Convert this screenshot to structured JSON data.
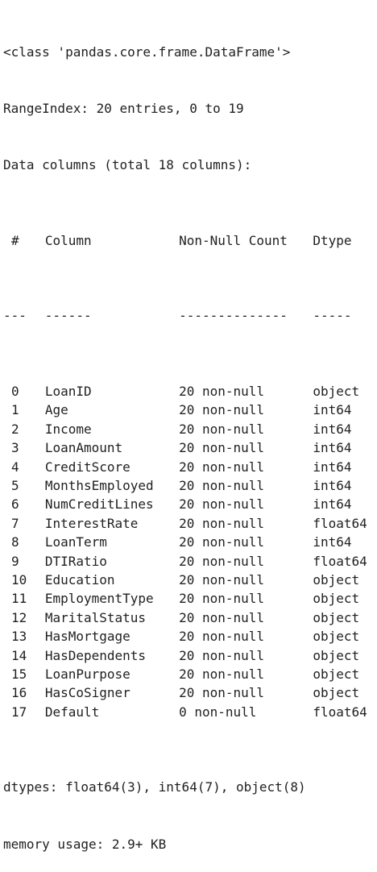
{
  "header": {
    "class_line": "<class 'pandas.core.frame.DataFrame'>",
    "range_index": "RangeIndex: 20 entries, 0 to 19",
    "data_columns": "Data columns (total 18 columns):"
  },
  "table_header": {
    "num": "#",
    "column": "Column",
    "count": "Non-Null Count",
    "dtype": "Dtype"
  },
  "separator": {
    "num": "---",
    "column": "------",
    "count": "--------------",
    "dtype": "-----"
  },
  "rows": [
    {
      "num": "0",
      "column": "LoanID",
      "count": "20 non-null",
      "dtype": "object"
    },
    {
      "num": "1",
      "column": "Age",
      "count": "20 non-null",
      "dtype": "int64"
    },
    {
      "num": "2",
      "column": "Income",
      "count": "20 non-null",
      "dtype": "int64"
    },
    {
      "num": "3",
      "column": "LoanAmount",
      "count": "20 non-null",
      "dtype": "int64"
    },
    {
      "num": "4",
      "column": "CreditScore",
      "count": "20 non-null",
      "dtype": "int64"
    },
    {
      "num": "5",
      "column": "MonthsEmployed",
      "count": "20 non-null",
      "dtype": "int64"
    },
    {
      "num": "6",
      "column": "NumCreditLines",
      "count": "20 non-null",
      "dtype": "int64"
    },
    {
      "num": "7",
      "column": "InterestRate",
      "count": "20 non-null",
      "dtype": "float64"
    },
    {
      "num": "8",
      "column": "LoanTerm",
      "count": "20 non-null",
      "dtype": "int64"
    },
    {
      "num": "9",
      "column": "DTIRatio",
      "count": "20 non-null",
      "dtype": "float64"
    },
    {
      "num": "10",
      "column": "Education",
      "count": "20 non-null",
      "dtype": "object"
    },
    {
      "num": "11",
      "column": "EmploymentType",
      "count": "20 non-null",
      "dtype": "object"
    },
    {
      "num": "12",
      "column": "MaritalStatus",
      "count": "20 non-null",
      "dtype": "object"
    },
    {
      "num": "13",
      "column": "HasMortgage",
      "count": "20 non-null",
      "dtype": "object"
    },
    {
      "num": "14",
      "column": "HasDependents",
      "count": "20 non-null",
      "dtype": "object"
    },
    {
      "num": "15",
      "column": "LoanPurpose",
      "count": "20 non-null",
      "dtype": "object"
    },
    {
      "num": "16",
      "column": "HasCoSigner",
      "count": "20 non-null",
      "dtype": "object"
    },
    {
      "num": "17",
      "column": "Default",
      "count": "0 non-null",
      "dtype": "float64"
    }
  ],
  "footer": {
    "dtypes": "dtypes: float64(3), int64(7), object(8)",
    "memory": "memory usage: 2.9+ KB"
  }
}
